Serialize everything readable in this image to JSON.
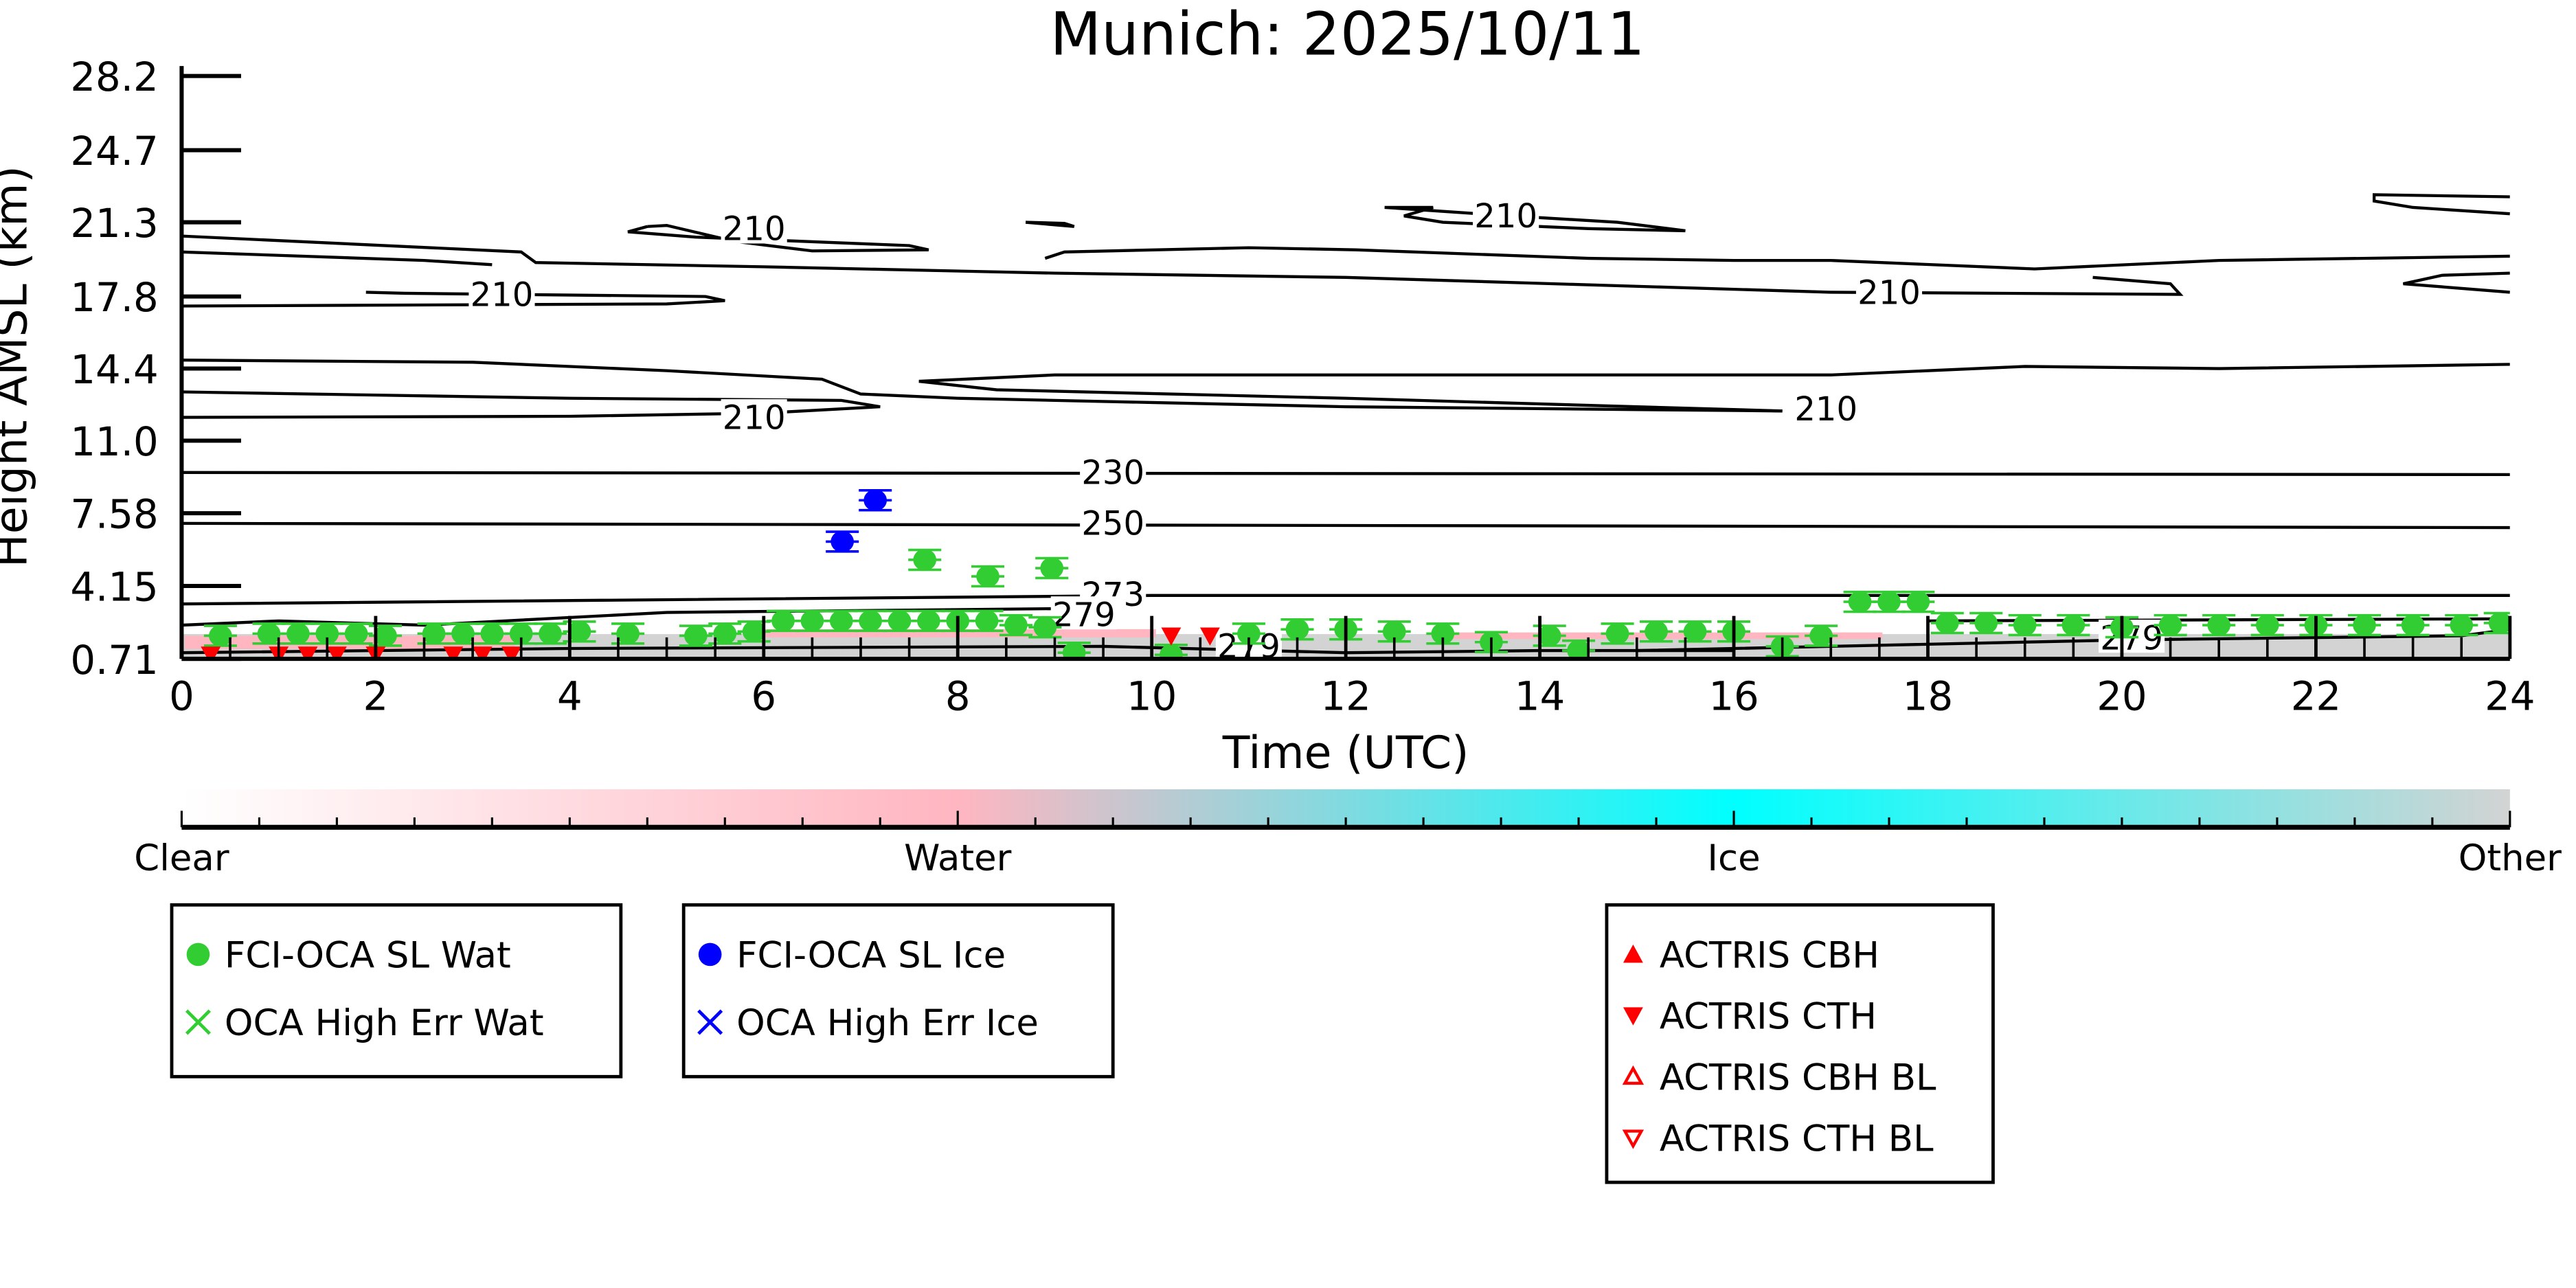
{
  "chart_data": {
    "type": "scatter",
    "title": "Munich: 2025/10/11",
    "xlabel": "Time (UTC)",
    "ylabel": "Height AMSL (km)",
    "xlim": [
      0,
      24
    ],
    "ylim": [
      0.71,
      28.2
    ],
    "xticks": [
      "0",
      "2",
      "4",
      "6",
      "8",
      "10",
      "12",
      "14",
      "16",
      "18",
      "20",
      "22",
      "24"
    ],
    "xtick_values": [
      0,
      2,
      4,
      6,
      8,
      10,
      12,
      14,
      16,
      18,
      20,
      22,
      24
    ],
    "yticks": [
      "0.71",
      "4.15",
      "7.58",
      "11.0",
      "14.4",
      "17.8",
      "21.3",
      "24.7",
      "28.2"
    ],
    "ytick_values": [
      0.71,
      4.15,
      7.58,
      11.0,
      14.4,
      17.8,
      21.3,
      24.7,
      28.2
    ],
    "colors": {
      "water": "#32cd32",
      "ice": "#0000ff",
      "actris": "#ff0000",
      "pink": "#ffb6c1",
      "cyan": "#00ffff",
      "other": "#d3d3d3"
    },
    "series": [
      {
        "name": "FCI-OCA SL Wat",
        "marker": "circle",
        "color": "#32cd32",
        "points": [
          [
            0.4,
            1.8
          ],
          [
            0.9,
            1.9
          ],
          [
            1.2,
            1.9
          ],
          [
            1.5,
            1.9
          ],
          [
            1.8,
            1.9
          ],
          [
            2.1,
            1.8
          ],
          [
            2.6,
            1.9
          ],
          [
            2.9,
            1.9
          ],
          [
            3.2,
            1.9
          ],
          [
            3.5,
            1.9
          ],
          [
            3.8,
            1.9
          ],
          [
            4.1,
            2.0
          ],
          [
            4.6,
            1.9
          ],
          [
            5.3,
            1.8
          ],
          [
            5.6,
            1.9
          ],
          [
            5.9,
            2.0
          ],
          [
            6.2,
            2.5
          ],
          [
            6.5,
            2.5
          ],
          [
            6.8,
            2.5
          ],
          [
            7.1,
            2.5
          ],
          [
            7.4,
            2.5
          ],
          [
            7.7,
            2.5
          ],
          [
            8.0,
            2.5
          ],
          [
            8.3,
            2.5
          ],
          [
            8.6,
            2.3
          ],
          [
            8.9,
            2.2
          ],
          [
            7.66,
            5.38
          ],
          [
            8.31,
            4.6
          ],
          [
            8.97,
            4.99
          ],
          [
            9.2,
            1.0
          ],
          [
            10.2,
            0.9
          ],
          [
            11.0,
            1.9
          ],
          [
            11.5,
            2.1
          ],
          [
            12.0,
            2.1
          ],
          [
            12.5,
            2.0
          ],
          [
            13.0,
            1.9
          ],
          [
            13.5,
            1.5
          ],
          [
            14.1,
            1.8
          ],
          [
            14.4,
            1.1
          ],
          [
            14.8,
            1.9
          ],
          [
            15.2,
            2.0
          ],
          [
            15.6,
            2.0
          ],
          [
            16.0,
            2.0
          ],
          [
            16.5,
            1.3
          ],
          [
            16.9,
            1.8
          ],
          [
            17.3,
            3.4
          ],
          [
            17.6,
            3.4
          ],
          [
            17.9,
            3.4
          ],
          [
            18.2,
            2.4
          ],
          [
            18.6,
            2.4
          ],
          [
            19.0,
            2.3
          ],
          [
            19.5,
            2.3
          ],
          [
            20.0,
            2.2
          ],
          [
            20.5,
            2.3
          ],
          [
            21.0,
            2.3
          ],
          [
            21.5,
            2.3
          ],
          [
            22.0,
            2.3
          ],
          [
            22.5,
            2.3
          ],
          [
            23.0,
            2.3
          ],
          [
            23.5,
            2.3
          ],
          [
            23.9,
            2.4
          ]
        ]
      },
      {
        "name": "OCA High Err Wat",
        "marker": "x",
        "color": "#32cd32",
        "points": []
      },
      {
        "name": "FCI-OCA SL Ice",
        "marker": "circle",
        "color": "#0000ff",
        "points": [
          [
            7.15,
            8.19
          ],
          [
            6.81,
            6.24
          ]
        ]
      },
      {
        "name": "OCA High Err Ice",
        "marker": "x",
        "color": "#0000ff",
        "points": []
      },
      {
        "name": "ACTRIS CBH",
        "marker": "triangle-up",
        "color": "#ff0000",
        "points": []
      },
      {
        "name": "ACTRIS CTH",
        "marker": "triangle-down",
        "color": "#ff0000",
        "points": [
          [
            0.3,
            0.9
          ],
          [
            1.0,
            0.9
          ],
          [
            1.3,
            0.9
          ],
          [
            1.6,
            0.9
          ],
          [
            2.0,
            0.9
          ],
          [
            2.8,
            0.9
          ],
          [
            3.1,
            0.9
          ],
          [
            3.4,
            0.9
          ],
          [
            10.2,
            1.8
          ],
          [
            10.6,
            1.8
          ]
        ]
      },
      {
        "name": "ACTRIS CBH BL",
        "marker": "triangle-up-open",
        "color": "#ff0000",
        "points": []
      },
      {
        "name": "ACTRIS CTH BL",
        "marker": "triangle-down-open",
        "color": "#ff0000",
        "points": []
      }
    ],
    "contours": [
      {
        "level": "210",
        "points": [
          [
            0,
            20.65
          ],
          [
            3.5,
            19.9
          ],
          [
            3.65,
            19.4
          ],
          [
            6,
            19.2
          ],
          [
            9,
            18.9
          ],
          [
            12,
            18.7
          ],
          [
            17,
            18.0
          ],
          [
            20.6,
            17.9
          ],
          [
            20.5,
            18.4
          ],
          [
            19.7,
            18.7
          ]
        ]
      },
      {
        "level": "210",
        "points": [
          [
            0,
            19.9
          ],
          [
            2.5,
            19.5
          ],
          [
            3.2,
            19.3
          ]
        ]
      },
      {
        "level": "210",
        "points": [
          [
            1.9,
            18.0
          ],
          [
            2.3,
            17.95
          ],
          [
            5.4,
            17.8
          ],
          [
            5.6,
            17.6
          ],
          [
            5.0,
            17.45
          ],
          [
            0,
            17.35
          ]
        ]
      },
      {
        "level": "210",
        "points": [
          [
            4.8,
            21.1
          ],
          [
            4.6,
            20.85
          ],
          [
            5.3,
            20.6
          ],
          [
            7.5,
            20.2
          ],
          [
            7.7,
            20.0
          ],
          [
            6.5,
            19.95
          ],
          [
            5.7,
            20.4
          ],
          [
            5.0,
            21.15
          ],
          [
            4.8,
            21.1
          ]
        ]
      },
      {
        "level": "210",
        "points": [
          [
            8.7,
            21.3
          ],
          [
            9.2,
            21.1
          ],
          [
            9.1,
            21.25
          ],
          [
            8.7,
            21.3
          ]
        ]
      },
      {
        "level": "210",
        "points": [
          [
            8.9,
            19.6
          ],
          [
            9.1,
            19.9
          ],
          [
            11,
            20.1
          ],
          [
            12.1,
            20.0
          ],
          [
            14.5,
            19.6
          ],
          [
            16,
            19.5
          ],
          [
            17,
            19.5
          ],
          [
            19.1,
            19.1
          ],
          [
            21,
            19.5
          ],
          [
            24,
            19.7
          ]
        ]
      },
      {
        "level": "210",
        "points": [
          [
            12.4,
            22.0
          ],
          [
            12.9,
            22.0
          ],
          [
            12.6,
            21.6
          ],
          [
            13.0,
            21.3
          ],
          [
            14.5,
            21.0
          ],
          [
            15.5,
            20.9
          ],
          [
            14.8,
            21.3
          ],
          [
            13.7,
            21.6
          ],
          [
            12.4,
            22.0
          ]
        ]
      },
      {
        "level": "210",
        "points": [
          [
            24,
            22.5
          ],
          [
            22.6,
            22.6
          ],
          [
            22.6,
            22.3
          ],
          [
            23.0,
            22.0
          ],
          [
            24,
            21.7
          ]
        ]
      },
      {
        "level": "210",
        "points": [
          [
            24,
            18.9
          ],
          [
            23.3,
            18.8
          ],
          [
            22.9,
            18.4
          ],
          [
            24,
            18.0
          ]
        ]
      },
      {
        "level": "210",
        "points": [
          [
            0,
            14.8
          ],
          [
            3,
            14.7
          ],
          [
            5,
            14.3
          ],
          [
            6.6,
            13.9
          ],
          [
            7.0,
            13.2
          ],
          [
            8,
            13.0
          ],
          [
            10,
            12.8
          ],
          [
            12,
            12.6
          ],
          [
            16.5,
            12.4
          ]
        ]
      },
      {
        "level": "210",
        "points": [
          [
            0,
            13.3
          ],
          [
            4,
            13.0
          ],
          [
            6.8,
            12.9
          ],
          [
            7.2,
            12.6
          ],
          [
            6.0,
            12.3
          ],
          [
            4,
            12.15
          ],
          [
            0,
            12.1
          ]
        ]
      },
      {
        "level": "210",
        "points": [
          [
            7.6,
            13.8
          ],
          [
            9,
            14.1
          ],
          [
            12,
            14.1
          ],
          [
            14,
            14.1
          ],
          [
            17,
            14.1
          ],
          [
            19,
            14.5
          ],
          [
            21,
            14.4
          ],
          [
            24,
            14.6
          ]
        ]
      },
      {
        "level": "210",
        "points": [
          [
            7.6,
            13.8
          ],
          [
            8.4,
            13.4
          ],
          [
            12,
            13.0
          ],
          [
            16.5,
            12.4
          ]
        ]
      },
      {
        "level": "230",
        "points": [
          [
            0,
            9.5
          ],
          [
            24,
            9.4
          ]
        ]
      },
      {
        "level": "250",
        "points": [
          [
            0,
            7.1
          ],
          [
            24,
            6.9
          ]
        ]
      },
      {
        "level": "273",
        "points": [
          [
            0,
            3.3
          ],
          [
            10,
            3.7
          ],
          [
            24,
            3.7
          ]
        ]
      },
      {
        "level": "279",
        "points": [
          [
            0,
            2.3
          ],
          [
            1,
            2.5
          ],
          [
            2.5,
            2.3
          ],
          [
            5,
            2.9
          ],
          [
            9.5,
            3.1
          ]
        ]
      },
      {
        "level": "279",
        "points": [
          [
            0,
            1.0
          ],
          [
            4,
            1.2
          ],
          [
            9.5,
            1.3
          ],
          [
            12,
            1.0
          ],
          [
            14,
            1.1
          ],
          [
            16,
            1.1
          ]
        ]
      },
      {
        "level": "279",
        "points": [
          [
            15,
            1.1
          ],
          [
            20,
            1.6
          ],
          [
            23.5,
            1.8
          ],
          [
            24,
            2.1
          ]
        ]
      },
      {
        "level": "279",
        "points": [
          [
            18,
            2.5
          ],
          [
            24,
            2.6
          ]
        ]
      }
    ],
    "contour_labels": [
      {
        "text": "210",
        "t": 5.9,
        "h": 21.0
      },
      {
        "text": "210",
        "t": 13.65,
        "h": 21.6
      },
      {
        "text": "210",
        "t": 3.3,
        "h": 17.9
      },
      {
        "text": "210",
        "t": 17.6,
        "h": 18.0
      },
      {
        "text": "210",
        "t": 5.9,
        "h": 12.1
      },
      {
        "text": "210",
        "t": 16.95,
        "h": 12.5
      },
      {
        "text": "230",
        "t": 9.6,
        "h": 9.5
      },
      {
        "text": "250",
        "t": 9.6,
        "h": 7.1
      },
      {
        "text": "273",
        "t": 9.6,
        "h": 3.75
      },
      {
        "text": "279",
        "t": 9.3,
        "h": 2.8
      },
      {
        "text": "279",
        "t": 11.0,
        "h": 1.3
      },
      {
        "text": "279",
        "t": 20.1,
        "h": 1.7
      }
    ],
    "colorbar": {
      "labels": [
        "Clear",
        "Water",
        "Ice",
        "Other"
      ],
      "minor_ticks": 30
    },
    "legends": [
      [
        "FCI-OCA SL Wat",
        "OCA High Err Wat"
      ],
      [
        "FCI-OCA SL Ice",
        "OCA High Err Ice"
      ],
      [
        "ACTRIS CBH",
        "ACTRIS CTH",
        "ACTRIS CBH BL",
        "ACTRIS CTH BL"
      ]
    ]
  }
}
